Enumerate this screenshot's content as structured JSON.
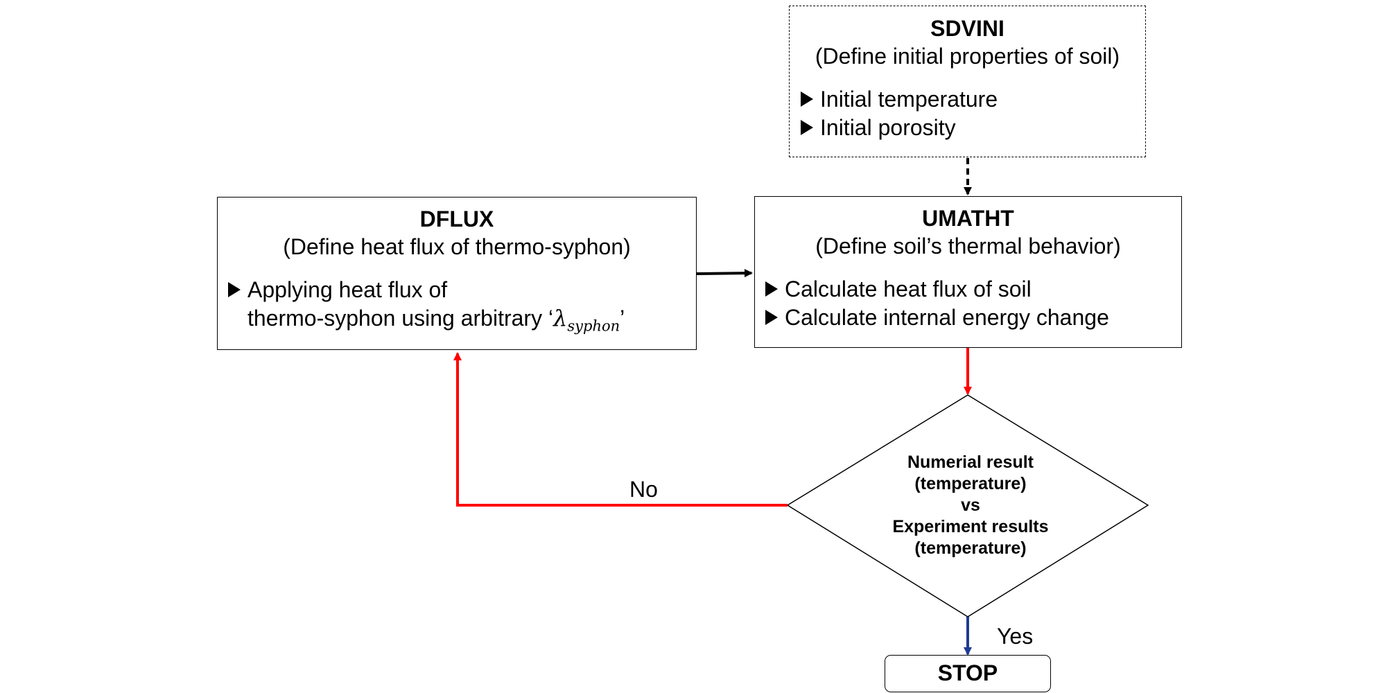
{
  "sdvini": {
    "title": "SDVINI",
    "subtitle": "(Define initial properties of soil)",
    "bullets": [
      "Initial temperature",
      "Initial porosity"
    ]
  },
  "dflux": {
    "title": "DFLUX",
    "subtitle": "(Define heat flux of thermo-syphon)",
    "bullet_line1": "Applying heat flux of",
    "bullet_line2": "thermo-syphon using arbitrary ‘",
    "lambda_symbol": "λ",
    "lambda_subscript": "syphon",
    "bullet_line2_end": "’"
  },
  "umatht": {
    "title": "UMATHT",
    "subtitle": "(Define soil’s thermal behavior)",
    "bullets": [
      "Calculate heat flux of soil",
      "Calculate internal energy change"
    ]
  },
  "decision": {
    "lines": [
      "Numerial result",
      "(temperature)",
      "vs",
      "Experiment results",
      "(temperature)"
    ]
  },
  "labels": {
    "no": "No",
    "yes": "Yes"
  },
  "stop": {
    "label": "STOP"
  },
  "colors": {
    "loop": "#ff0000",
    "yes_arrow": "#1f3a93",
    "line": "#000000"
  }
}
